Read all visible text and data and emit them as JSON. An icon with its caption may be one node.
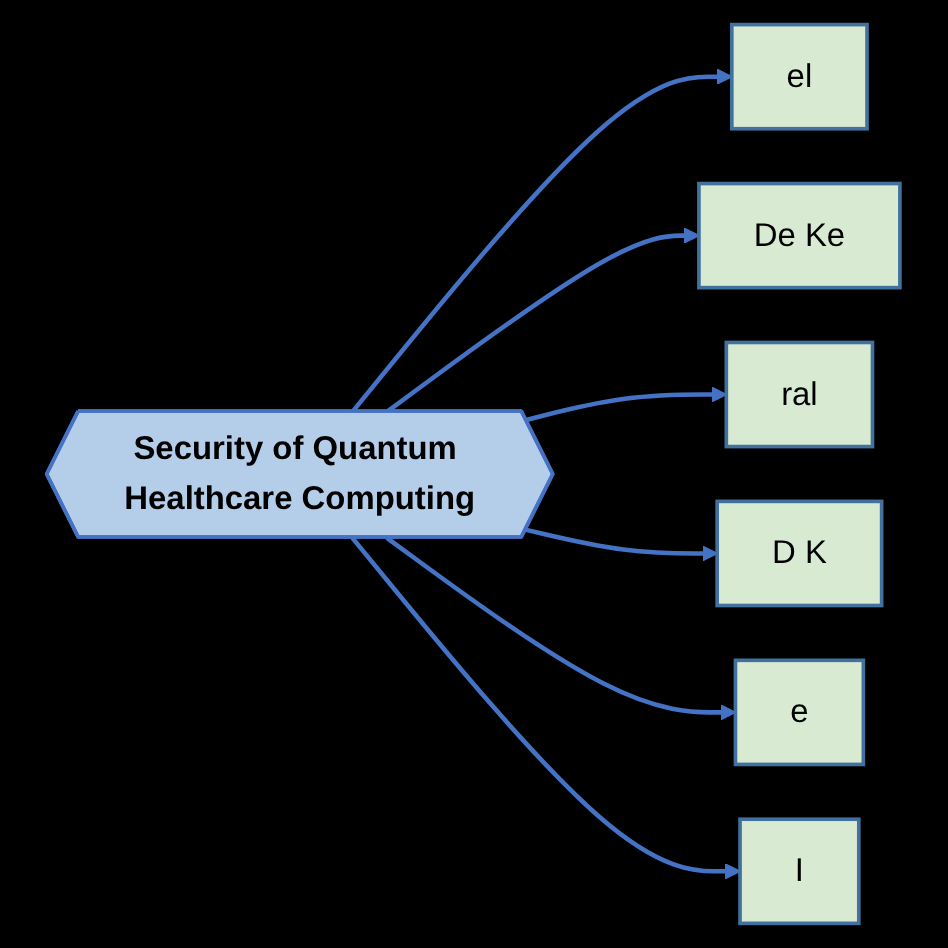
{
  "diagram": {
    "nodes": [
      {
        "text": [
          "Security of Quantum Healthcare Computing"
        ]
      },
      {
        "text": [
          "el"
        ]
      },
      {
        "text": [
          "De Ke"
        ]
      },
      {
        "text": [
          "ral"
        ]
      },
      {
        "text": [
          "D K"
        ]
      },
      {
        "text": [
          "e"
        ]
      },
      {
        "text": [
          "I"
        ]
      }
    ],
    "edges": [
      {
        "from": 0,
        "to": 1,
        "arrow": "to"
      },
      {
        "from": 0,
        "to": 2,
        "arrow": "to"
      },
      {
        "from": 0,
        "to": 3,
        "arrow": "to"
      },
      {
        "from": 0,
        "to": 4,
        "arrow": "to"
      },
      {
        "from": 0,
        "to": 5,
        "arrow": "to"
      },
      {
        "from": 0,
        "to": 6,
        "arrow": "to"
      }
    ]
  }
}
